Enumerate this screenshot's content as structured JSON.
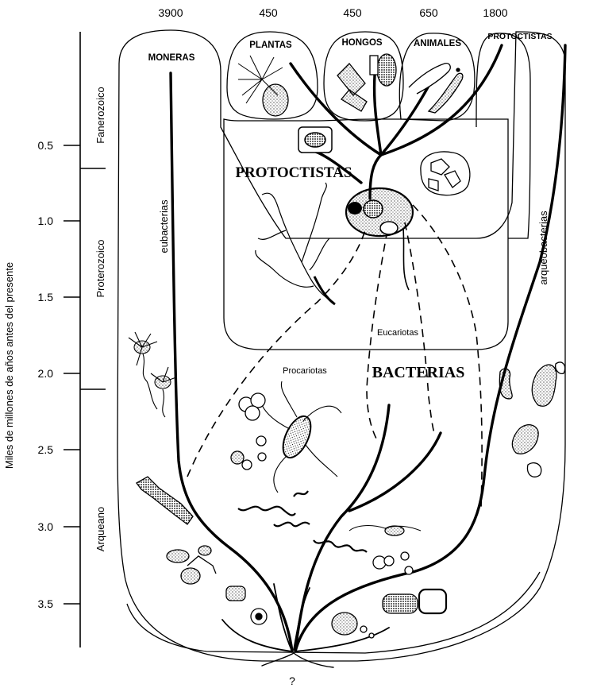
{
  "counts": {
    "moneras": "3900",
    "plantas": "450",
    "hongos": "450",
    "animales": "650",
    "protoctistas": "1800"
  },
  "groups": {
    "moneras": "MONERAS",
    "plantas": "PLANTAS",
    "hongos": "HONGOS",
    "animales": "ANIMALES",
    "protoctistas_top": "PROTOCTISTAS",
    "protoctistas_main": "PROTOCTISTAS",
    "bacterias": "BACTERIAS"
  },
  "labels": {
    "eubacterias": "eubacterias",
    "arqueobacterias": "arqueobacterias",
    "eucariotas": "Eucariotas",
    "procariotas": "Procariotas",
    "origin": "?"
  },
  "time_axis": {
    "title": "Miles de millones de años antes del presente",
    "ticks": [
      "0.5",
      "1.0",
      "1.5",
      "2.0",
      "2.5",
      "3.0",
      "3.5"
    ],
    "eons": [
      "Fanerozoico",
      "Proterozoico",
      "Arqueano"
    ]
  }
}
